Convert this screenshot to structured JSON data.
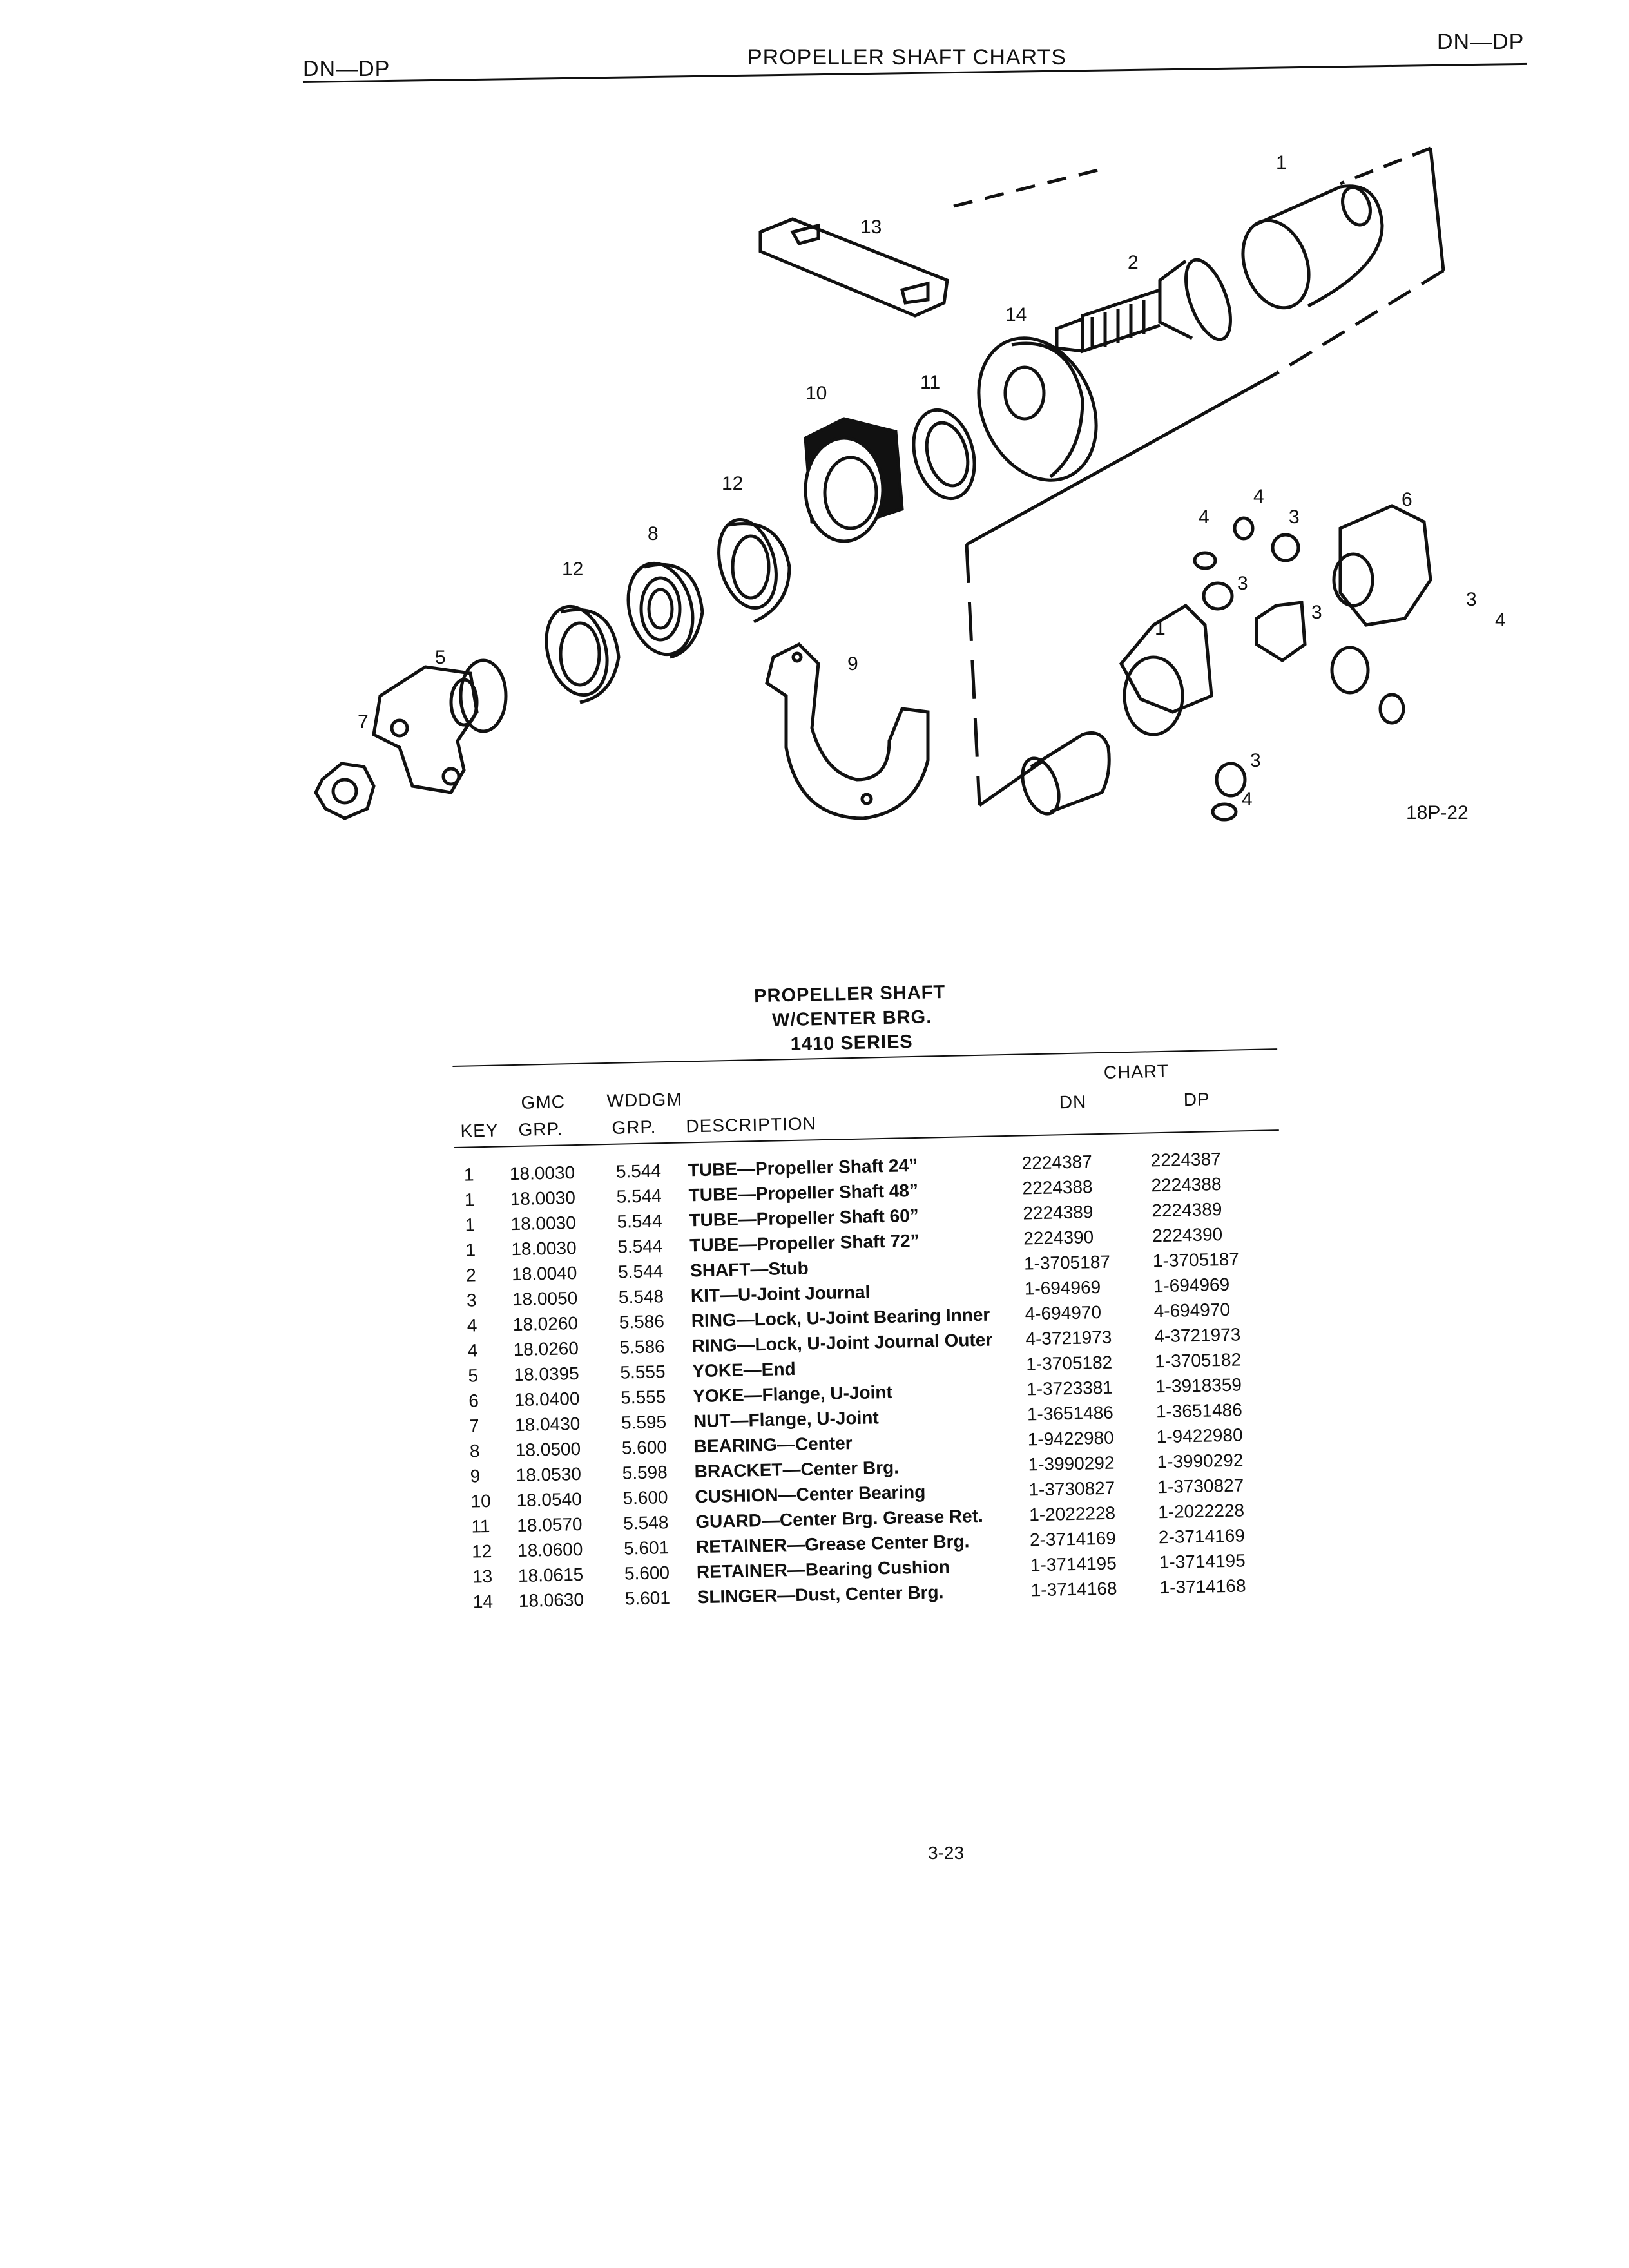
{
  "header": {
    "left": "DN—DP",
    "center": "PROPELLER SHAFT CHARTS",
    "right": "DN—DP"
  },
  "diagram": {
    "figure_id": "18P-22",
    "callouts": [
      "1",
      "2",
      "3",
      "4",
      "5",
      "6",
      "7",
      "8",
      "9",
      "10",
      "11",
      "12",
      "13",
      "14"
    ]
  },
  "table": {
    "title_lines": [
      "PROPELLER SHAFT",
      "W/CENTER BRG.",
      "1410 SERIES"
    ],
    "headers": {
      "gmc": "GMC",
      "wddgm": "WDDGM",
      "chart": "CHART",
      "key": "KEY",
      "grp1": "GRP.",
      "grp2": "GRP.",
      "description": "DESCRIPTION",
      "dn": "DN",
      "dp": "DP"
    },
    "rows": [
      {
        "key": "1",
        "gmc": "18.0030",
        "wddgm": "5.544",
        "desc": "TUBE—Propeller Shaft 24”",
        "dn": "2224387",
        "dp": "2224387"
      },
      {
        "key": "1",
        "gmc": "18.0030",
        "wddgm": "5.544",
        "desc": "TUBE—Propeller Shaft 48”",
        "dn": "2224388",
        "dp": "2224388"
      },
      {
        "key": "1",
        "gmc": "18.0030",
        "wddgm": "5.544",
        "desc": "TUBE—Propeller Shaft 60”",
        "dn": "2224389",
        "dp": "2224389"
      },
      {
        "key": "1",
        "gmc": "18.0030",
        "wddgm": "5.544",
        "desc": "TUBE—Propeller Shaft 72”",
        "dn": "2224390",
        "dp": "2224390"
      },
      {
        "key": "2",
        "gmc": "18.0040",
        "wddgm": "5.544",
        "desc": "SHAFT—Stub",
        "dn": "1-3705187",
        "dp": "1-3705187"
      },
      {
        "key": "3",
        "gmc": "18.0050",
        "wddgm": "5.548",
        "desc": "KIT—U-Joint Journal",
        "dn": "1-694969",
        "dp": "1-694969"
      },
      {
        "key": "4",
        "gmc": "18.0260",
        "wddgm": "5.586",
        "desc": "RING—Lock, U-Joint Bearing Inner",
        "dn": "4-694970",
        "dp": "4-694970"
      },
      {
        "key": "4",
        "gmc": "18.0260",
        "wddgm": "5.586",
        "desc": "RING—Lock, U-Joint Journal Outer",
        "dn": "4-3721973",
        "dp": "4-3721973"
      },
      {
        "key": "5",
        "gmc": "18.0395",
        "wddgm": "5.555",
        "desc": "YOKE—End",
        "dn": "1-3705182",
        "dp": "1-3705182"
      },
      {
        "key": "6",
        "gmc": "18.0400",
        "wddgm": "5.555",
        "desc": "YOKE—Flange, U-Joint",
        "dn": "1-3723381",
        "dp": "1-3918359"
      },
      {
        "key": "7",
        "gmc": "18.0430",
        "wddgm": "5.595",
        "desc": "NUT—Flange, U-Joint",
        "dn": "1-3651486",
        "dp": "1-3651486"
      },
      {
        "key": "8",
        "gmc": "18.0500",
        "wddgm": "5.600",
        "desc": "BEARING—Center",
        "dn": "1-9422980",
        "dp": "1-9422980"
      },
      {
        "key": "9",
        "gmc": "18.0530",
        "wddgm": "5.598",
        "desc": "BRACKET—Center Brg.",
        "dn": "1-3990292",
        "dp": "1-3990292"
      },
      {
        "key": "10",
        "gmc": "18.0540",
        "wddgm": "5.600",
        "desc": "CUSHION—Center Bearing",
        "dn": "1-3730827",
        "dp": "1-3730827"
      },
      {
        "key": "11",
        "gmc": "18.0570",
        "wddgm": "5.548",
        "desc": "GUARD—Center Brg. Grease Ret.",
        "dn": "1-2022228",
        "dp": "1-2022228"
      },
      {
        "key": "12",
        "gmc": "18.0600",
        "wddgm": "5.601",
        "desc": "RETAINER—Grease Center Brg.",
        "dn": "2-3714169",
        "dp": "2-3714169"
      },
      {
        "key": "13",
        "gmc": "18.0615",
        "wddgm": "5.600",
        "desc": "RETAINER—Bearing Cushion",
        "dn": "1-3714195",
        "dp": "1-3714195"
      },
      {
        "key": "14",
        "gmc": "18.0630",
        "wddgm": "5.601",
        "desc": "SLINGER—Dust, Center Brg.",
        "dn": "1-3714168",
        "dp": "1-3714168"
      }
    ]
  },
  "page_number": "3-23"
}
